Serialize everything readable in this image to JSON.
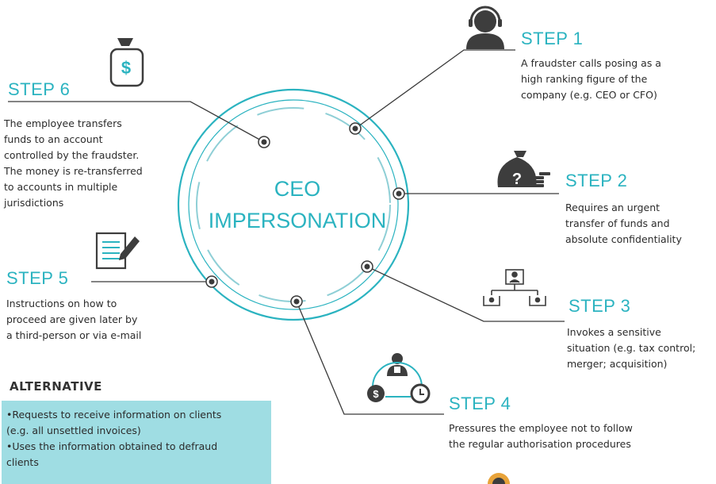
{
  "center": {
    "line1": "CEO",
    "line2": "IMPERSONATION"
  },
  "steps": [
    {
      "title": "STEP 1",
      "lines": [
        "A fraudster calls posing  as a",
        "high ranking figure of the",
        "company (e.g. CEO or CFO)"
      ],
      "icon": "person-headset-icon"
    },
    {
      "title": "STEP 2",
      "lines": [
        "Requires an urgent",
        "transfer of funds and",
        "absolute confidentiality"
      ],
      "icon": "money-bag-question-icon"
    },
    {
      "title": "STEP 3",
      "lines": [
        "Invokes a sensitive",
        "situation (e.g. tax control;",
        "merger; acquisition)"
      ],
      "icon": "org-chart-icon"
    },
    {
      "title": "STEP 4",
      "lines": [
        "Pressures the employee not to follow",
        "the regular authorisation procedures"
      ],
      "icon": "person-money-clock-icon"
    },
    {
      "title": "STEP 5",
      "lines": [
        "Instructions on how to",
        "proceed are given later by",
        "a third-person or via e-mail"
      ],
      "icon": "document-pencil-icon"
    },
    {
      "title": "STEP 6",
      "lines": [
        "The employee transfers",
        "funds to an account",
        "controlled by the fraudster.",
        "The money is re-transferred",
        "to accounts in multiple",
        "jurisdictions"
      ],
      "icon": "money-bag-dollar-icon"
    }
  ],
  "alternative": {
    "heading": "ALTERNATIVE",
    "lines": [
      "•Requests to receive information on clients",
      " (e.g. all unsettled invoices)",
      "•Uses the information obtained to defraud",
      " clients"
    ]
  },
  "colors": {
    "accent": "#2bb3c0",
    "alt_box": "#9fdde3",
    "icon_dark": "#3d3d3d",
    "icon_orange": "#e8a33a"
  }
}
